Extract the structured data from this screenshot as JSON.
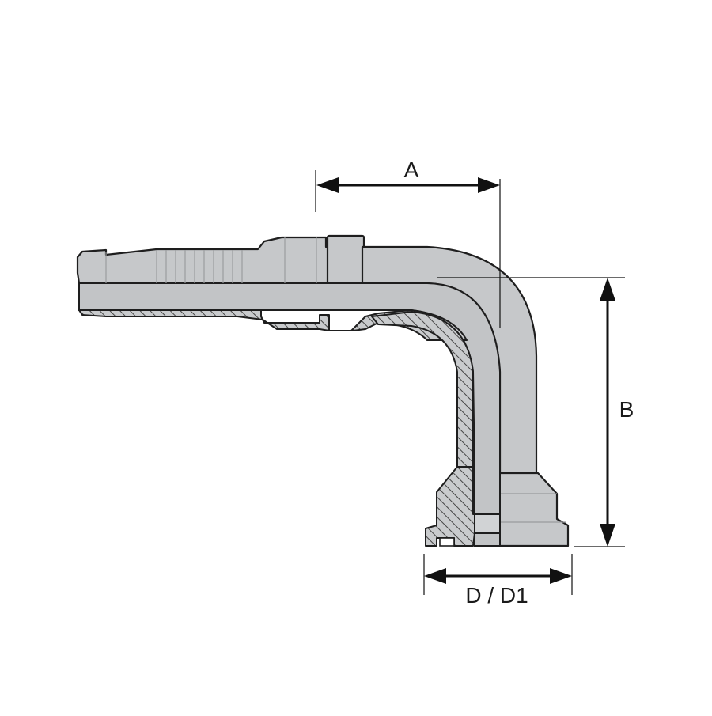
{
  "dimensions": {
    "a_label": "A",
    "b_label": "B",
    "d_label": "D / D1"
  },
  "colors": {
    "metal": "#c6c8ca",
    "outline": "#1e1e1e",
    "hatch": "#555555",
    "dimension": "#111111"
  }
}
